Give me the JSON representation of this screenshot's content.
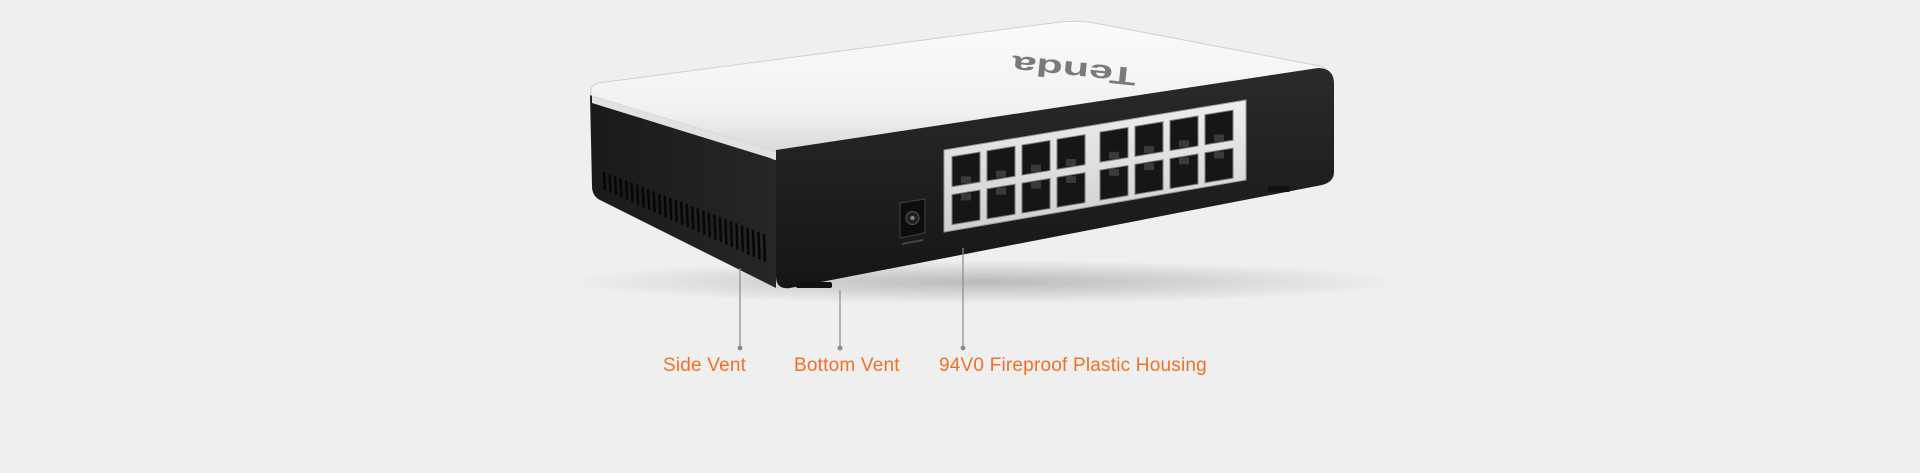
{
  "brand": {
    "logo_text": "Tenda"
  },
  "callouts": [
    {
      "label": "Side Vent"
    },
    {
      "label": "Bottom Vent"
    },
    {
      "label": "94V0 Fireproof Plastic Housing"
    }
  ],
  "colors": {
    "background": "#efefef",
    "callout_text": "#f07028",
    "leader_line": "#888888",
    "housing_dark": "#1f1f1f",
    "top_cover": "#ffffff"
  },
  "ports": {
    "count": 16,
    "rows": 2
  }
}
